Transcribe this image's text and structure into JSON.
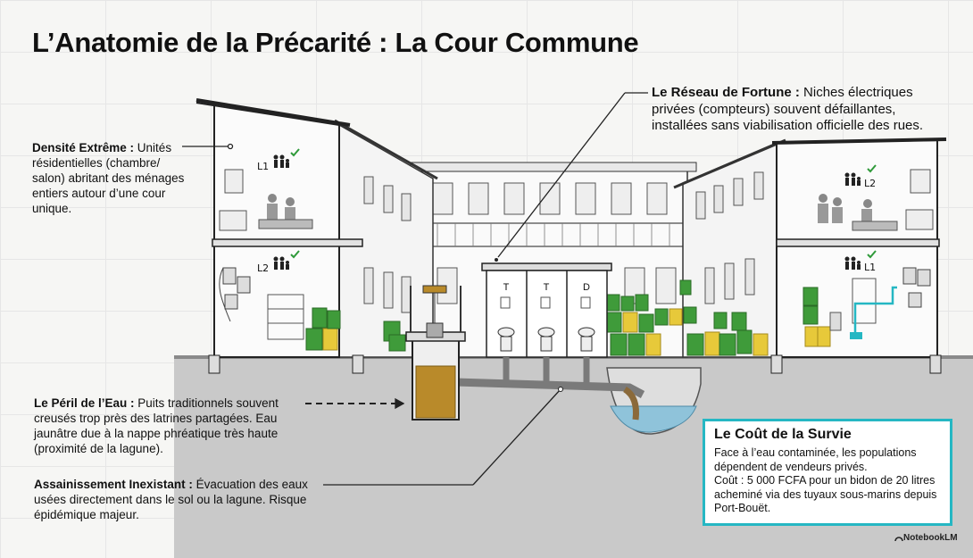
{
  "title": "L’Anatomie de la Précarité : La Cour Commune",
  "annotations": {
    "densite": {
      "label": "Densité Extrême :",
      "text": " Unités résidentielles (chambre/ salon) abritant des ménages entiers autour d’une cour unique."
    },
    "reseau": {
      "label": "Le Réseau de Fortune :",
      "text": " Niches électriques privées (compteurs) souvent défaillantes, installées sans viabilisation officielle des rues."
    },
    "eau": {
      "label": "Le Péril de l’Eau :",
      "text": " Puits traditionnels souvent creusés trop près des latrines partagées. Eau jaunâtre due à la nappe phréatique très haute (proximité de la lagune)."
    },
    "assainissement": {
      "label": "Assainissement Inexistant :",
      "text": " Évacuation des eaux usées directement dans le sol ou la lagune. Risque épidémique majeur."
    }
  },
  "survie": {
    "title": "Le Coût de la Survie",
    "line1": "Face à l’eau contaminée, les populations dépendent de vendeurs privés.",
    "line2": "Coût : 5 000 FCFA pour un bidon de 20 litres acheminé via des tuyaux sous-marins depuis Port-Bouët."
  },
  "levels": {
    "left_upper": "L1",
    "left_lower": "L2",
    "right_upper": "L2",
    "right_lower": "L1"
  },
  "latrines": [
    "T",
    "T",
    "D"
  ],
  "brand": "NotebookLM",
  "colors": {
    "accent": "#25b7c3",
    "jerrycan_green": "#3f9b3a",
    "jerrycan_yellow": "#e7c93a",
    "well_water": "#b98a2a",
    "lagoon": "#8fc3da"
  }
}
